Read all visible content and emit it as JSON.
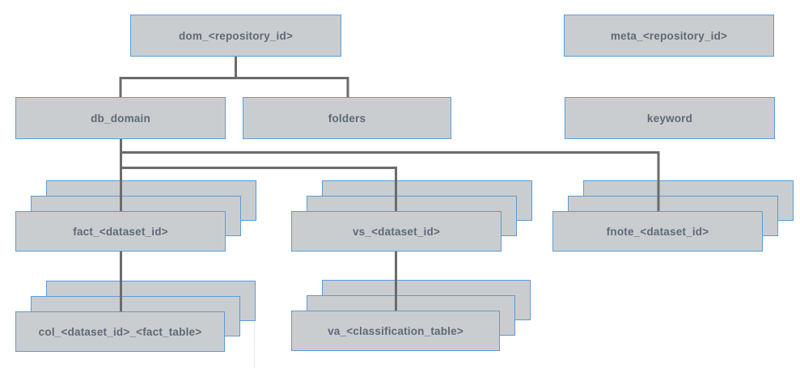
{
  "diagram": {
    "description": "Repository database table hierarchy diagram",
    "colors": {
      "box_fill": "#cacdd0",
      "box_border": "#5b9bd5",
      "connector": "#6b6b6b",
      "text": "#5e6977",
      "background": "#ffffff"
    },
    "nodes": [
      {
        "id": "dom",
        "label": "dom_<repository_id>",
        "stacked": false
      },
      {
        "id": "meta",
        "label": "meta_<repository_id>",
        "stacked": false
      },
      {
        "id": "db_domain",
        "label": "db_domain",
        "stacked": false
      },
      {
        "id": "folders",
        "label": "folders",
        "stacked": false
      },
      {
        "id": "keyword",
        "label": "keyword",
        "stacked": false
      },
      {
        "id": "fact",
        "label": "fact_<dataset_id>",
        "stacked": true
      },
      {
        "id": "vs",
        "label": "vs_<dataset_id>",
        "stacked": true
      },
      {
        "id": "fnote",
        "label": "fnote_<dataset_id>",
        "stacked": true
      },
      {
        "id": "col",
        "label": "col_<dataset_id>_<fact_table>",
        "stacked": true
      },
      {
        "id": "va",
        "label": "va_<classification_table>",
        "stacked": true
      }
    ],
    "edges": [
      {
        "from": "dom",
        "to": "db_domain"
      },
      {
        "from": "dom",
        "to": "folders"
      },
      {
        "from": "db_domain",
        "to": "fact"
      },
      {
        "from": "db_domain",
        "to": "vs"
      },
      {
        "from": "db_domain",
        "to": "fnote"
      },
      {
        "from": "fact",
        "to": "col"
      },
      {
        "from": "vs",
        "to": "va"
      }
    ]
  }
}
